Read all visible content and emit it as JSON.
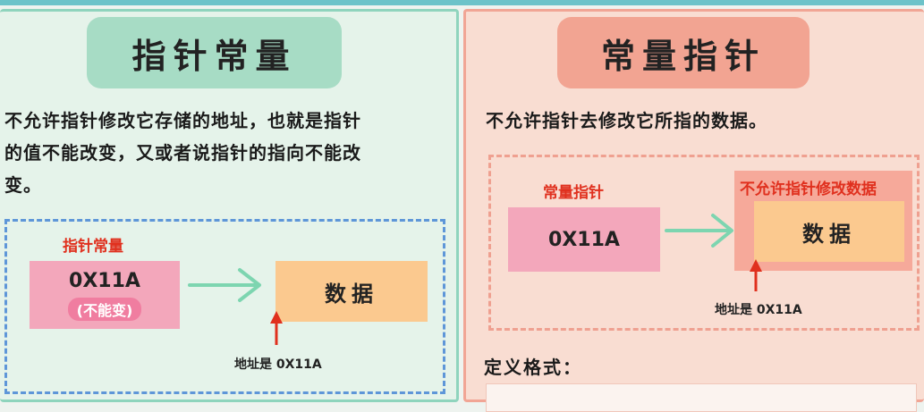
{
  "left": {
    "title": "指针常量",
    "desc_line1": "不允许指针修改它存储的地址，也就是指针",
    "desc_line2": "的值不能改变，又或者说指针的指向不能改",
    "desc_line3": "变。",
    "pointer_label": "指针常量",
    "address": "0X11A",
    "address_note": "(不能变)",
    "data_label": "数据",
    "addr_caption": "地址是 0X11A"
  },
  "right": {
    "title": "常量指针",
    "desc": "不允许指针去修改它所指的数据。",
    "pointer_label": "常量指针",
    "forbid_label": "不允许指针修改数据",
    "address": "0X11A",
    "data_label": "数据",
    "addr_caption": "地址是 0X11A",
    "def_label": "定义格式："
  },
  "colors": {
    "left_accent": "#a7dcc5",
    "right_accent": "#f2a492",
    "dashed_left": "#5e96d8",
    "dashed_right": "#efa090",
    "arrow": "#7dd5b0",
    "red_arrow": "#e0301e"
  }
}
